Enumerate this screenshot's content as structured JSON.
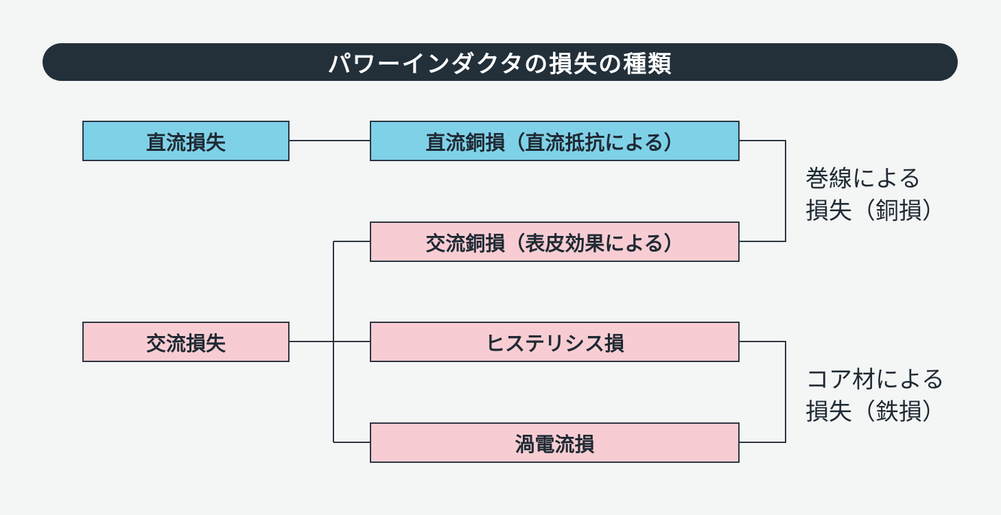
{
  "title": "パワーインダクタの損失の種類",
  "categories": {
    "dc": "直流損失",
    "ac": "交流損失"
  },
  "losses": {
    "dc_copper": "直流銅損（直流抵抗による）",
    "ac_copper": "交流銅損（表皮効果による）",
    "hysteresis": "ヒステリシス損",
    "eddy": "渦電流損"
  },
  "groups": {
    "winding": {
      "line1": "巻線による",
      "line2": "損失（銅損）"
    },
    "core": {
      "line1": "コア材による",
      "line2": "損失（鉄損）"
    }
  },
  "colors": {
    "dc": "#7fd1e8",
    "ac": "#f7cdd3",
    "title_bg": "#23303a"
  }
}
